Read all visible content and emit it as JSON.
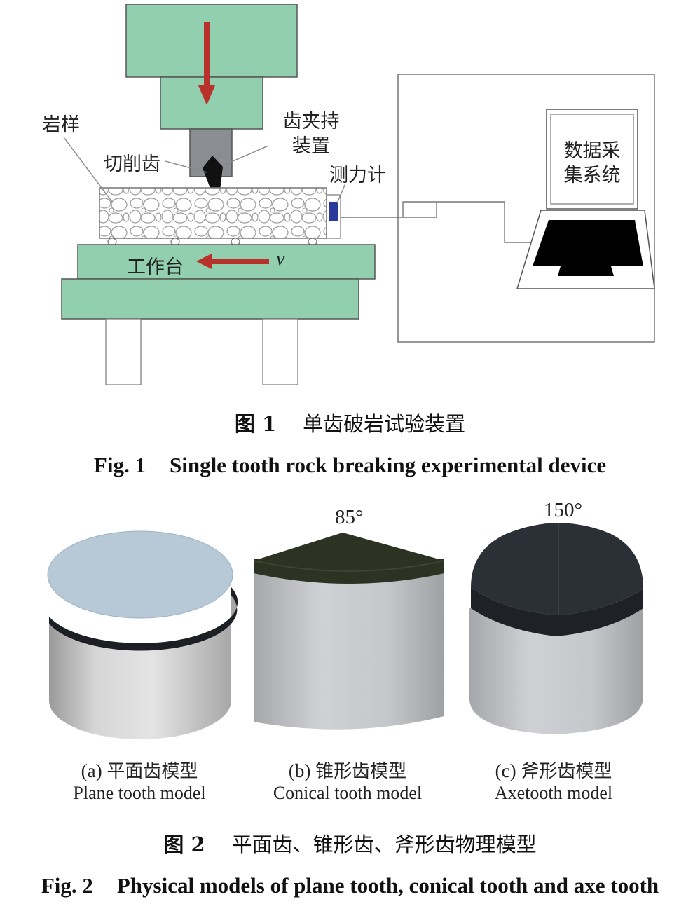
{
  "fig1": {
    "labels": {
      "rock_sample": "岩样",
      "cutting_tooth": "切削齿",
      "tooth_holder_line1": "齿夹持",
      "tooth_holder_line2": "装置",
      "dynamometer": "测力计",
      "workbench": "工作台",
      "velocity": "v",
      "daq_line1": "数据采",
      "daq_line2": "集系统"
    },
    "caption_cn_num": "图 1",
    "caption_cn_text": "单齿破岩试验装置",
    "caption_en_num": "Fig. 1",
    "caption_en_text": "Single tooth rock breaking experimental device"
  },
  "fig2": {
    "angles": {
      "conical": "85°",
      "axe": "150°"
    },
    "models": [
      {
        "cn_prefix": "(a) ",
        "cn": "平面齿模型",
        "en": "Plane tooth model"
      },
      {
        "cn_prefix": "(b) ",
        "cn": "锥形齿模型",
        "en": "Conical tooth model"
      },
      {
        "cn_prefix": "(c) ",
        "cn": "斧形齿模型",
        "en": "Axetooth model"
      }
    ],
    "caption_cn_num": "图 2",
    "caption_cn_text": "平面齿、锥形齿、斧形齿物理模型",
    "caption_en_num": "Fig. 2",
    "caption_en_text": "Physical models of plane tooth, conical tooth and axe tooth"
  },
  "colors": {
    "machine_green": "#92cfae",
    "arrow_red": "#b8312a",
    "holder_gray": "#8a8d91",
    "sensor_blue": "#2a3a9a",
    "plane_face": "#b7c8d6",
    "conical_cap": "#2d3322",
    "axe_cap": "#2b2f36"
  }
}
